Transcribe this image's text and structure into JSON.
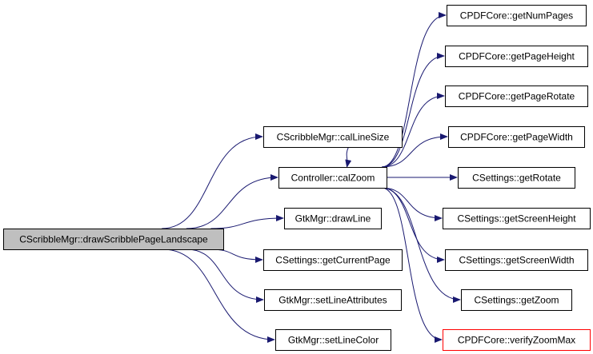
{
  "colors": {
    "edge": "#191970",
    "border": "#000000",
    "root_fill": "#bfbfbf",
    "node_fill": "#ffffff",
    "highlight_border": "#ff0000"
  },
  "nodes": [
    {
      "id": "root",
      "label": "CScribbleMgr::drawScribblePageLandscape",
      "style": "root"
    },
    {
      "id": "calLineSize",
      "label": "CScribbleMgr::calLineSize",
      "style": "normal"
    },
    {
      "id": "calZoom",
      "label": "Controller::calZoom",
      "style": "normal"
    },
    {
      "id": "drawLine",
      "label": "GtkMgr::drawLine",
      "style": "normal"
    },
    {
      "id": "getCurrentPage",
      "label": "CSettings::getCurrentPage",
      "style": "normal"
    },
    {
      "id": "setLineAttributes",
      "label": "GtkMgr::setLineAttributes",
      "style": "normal"
    },
    {
      "id": "setLineColor",
      "label": "GtkMgr::setLineColor",
      "style": "normal"
    },
    {
      "id": "getNumPages",
      "label": "CPDFCore::getNumPages",
      "style": "normal"
    },
    {
      "id": "getPageHeight",
      "label": "CPDFCore::getPageHeight",
      "style": "normal"
    },
    {
      "id": "getPageRotate",
      "label": "CPDFCore::getPageRotate",
      "style": "normal"
    },
    {
      "id": "getPageWidth",
      "label": "CPDFCore::getPageWidth",
      "style": "normal"
    },
    {
      "id": "getRotate",
      "label": "CSettings::getRotate",
      "style": "normal"
    },
    {
      "id": "getScreenHeight",
      "label": "CSettings::getScreenHeight",
      "style": "normal"
    },
    {
      "id": "getScreenWidth",
      "label": "CSettings::getScreenWidth",
      "style": "normal"
    },
    {
      "id": "getZoom",
      "label": "CSettings::getZoom",
      "style": "normal"
    },
    {
      "id": "verifyZoomMax",
      "label": "CPDFCore::verifyZoomMax",
      "style": "highlight"
    }
  ],
  "edges": [
    {
      "from": "root",
      "to": "calLineSize"
    },
    {
      "from": "root",
      "to": "calZoom"
    },
    {
      "from": "root",
      "to": "drawLine"
    },
    {
      "from": "root",
      "to": "getCurrentPage"
    },
    {
      "from": "root",
      "to": "setLineAttributes"
    },
    {
      "from": "root",
      "to": "setLineColor"
    },
    {
      "from": "calLineSize",
      "to": "calZoom"
    },
    {
      "from": "calZoom",
      "to": "getNumPages"
    },
    {
      "from": "calZoom",
      "to": "getPageHeight"
    },
    {
      "from": "calZoom",
      "to": "getPageRotate"
    },
    {
      "from": "calZoom",
      "to": "getPageWidth"
    },
    {
      "from": "calZoom",
      "to": "getRotate"
    },
    {
      "from": "calZoom",
      "to": "getScreenHeight"
    },
    {
      "from": "calZoom",
      "to": "getScreenWidth"
    },
    {
      "from": "calZoom",
      "to": "getZoom"
    },
    {
      "from": "calZoom",
      "to": "verifyZoomMax"
    }
  ]
}
